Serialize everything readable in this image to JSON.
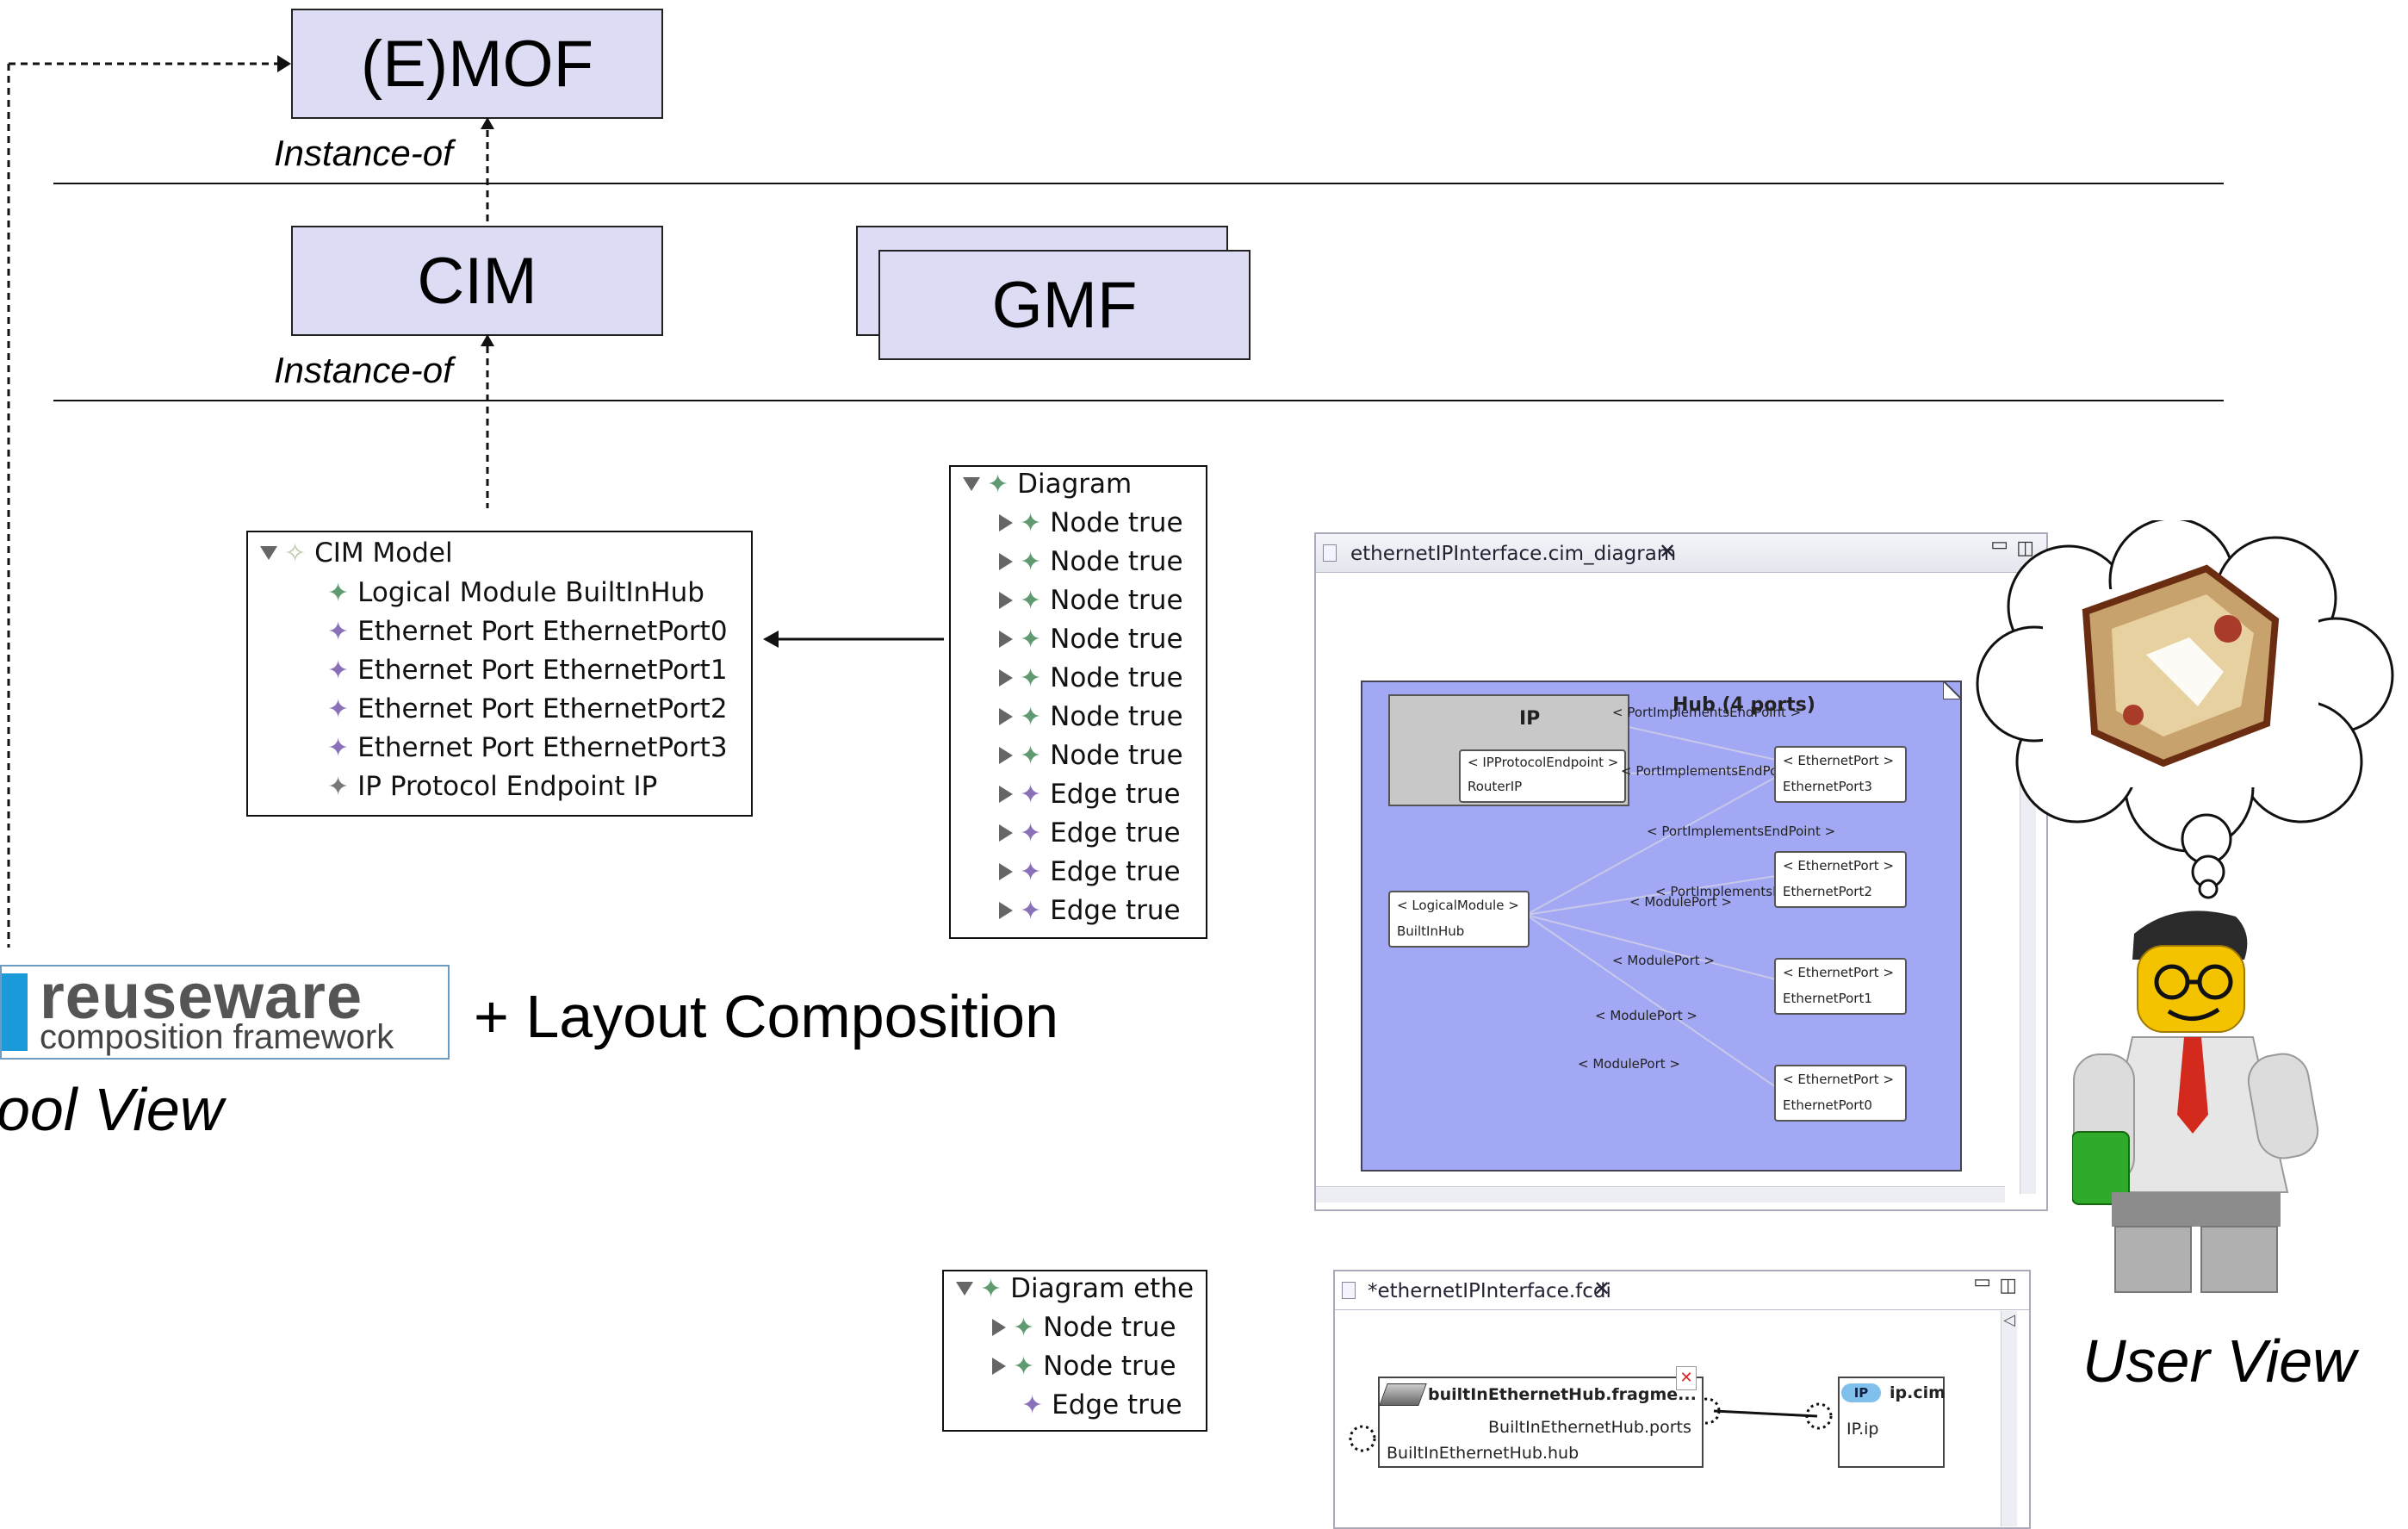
{
  "metamodels": {
    "emof": "(E)MOF",
    "cim": "CIM",
    "gmf": "GMF"
  },
  "relations": {
    "instance_of_1": "Instance-of",
    "instance_of_2": "Instance-of"
  },
  "cim_tree": {
    "root": "CIM Model",
    "items": [
      "Logical Module BuiltInHub",
      "Ethernet Port EthernetPort0",
      "Ethernet Port EthernetPort1",
      "Ethernet Port EthernetPort2",
      "Ethernet Port EthernetPort3",
      "IP Protocol Endpoint IP"
    ]
  },
  "diagram_tree": {
    "root": "Diagram",
    "items": [
      "Node true",
      "Node true",
      "Node true",
      "Node true",
      "Node true",
      "Node true",
      "Node true",
      "Edge true",
      "Edge true",
      "Edge true",
      "Edge true"
    ]
  },
  "diagram_tree_2": {
    "root": "Diagram ethe",
    "items": [
      "Node true",
      "Node true",
      "Edge true"
    ]
  },
  "reuseware": {
    "brand": "reuseware",
    "tagline": "composition framework",
    "plus_text": "+ Layout Composition",
    "tool_view": "ool View"
  },
  "editor_window_1": {
    "tab_title": "ethernetIPInterface.cim_diagram",
    "hub_title": "Hub (4 ports)",
    "ip_title": "IP",
    "ip_box": [
      "< IPProtocolEndpoint >",
      "RouterIP"
    ],
    "labels": [
      "< PortImplementsEndPoint >",
      "< PortImplementsEndPoint >",
      "< PortImplementsEndPoint >",
      "< PortImplementsEndPoint >",
      "< ModulePort >",
      "< ModulePort >",
      "< ModulePort >",
      "< ModulePort >"
    ],
    "module_box": [
      "< LogicalModule >",
      "BuiltInHub"
    ],
    "ports": [
      [
        "< EthernetPort >",
        "EthernetPort3"
      ],
      [
        "< EthernetPort >",
        "EthernetPort2"
      ],
      [
        "< EthernetPort >",
        "EthernetPort1"
      ],
      [
        "< EthernetPort >",
        "EthernetPort0"
      ]
    ]
  },
  "editor_window_2": {
    "tab_title": "*ethernetIPInterface.fcdi",
    "frag_title": "builtInEthernetHub.fragme...",
    "frag_ports": "BuiltInEthernetHub.ports",
    "frag_hub": "BuiltInEthernetHub.hub",
    "ip_badge": "IP",
    "ip_title": "ip.cim",
    "ip_sub": "IP.ip"
  },
  "user_view": "User View",
  "colors": {
    "meta_fill": "#dcdcf5",
    "canvas_fill": "#a3a8f5"
  }
}
